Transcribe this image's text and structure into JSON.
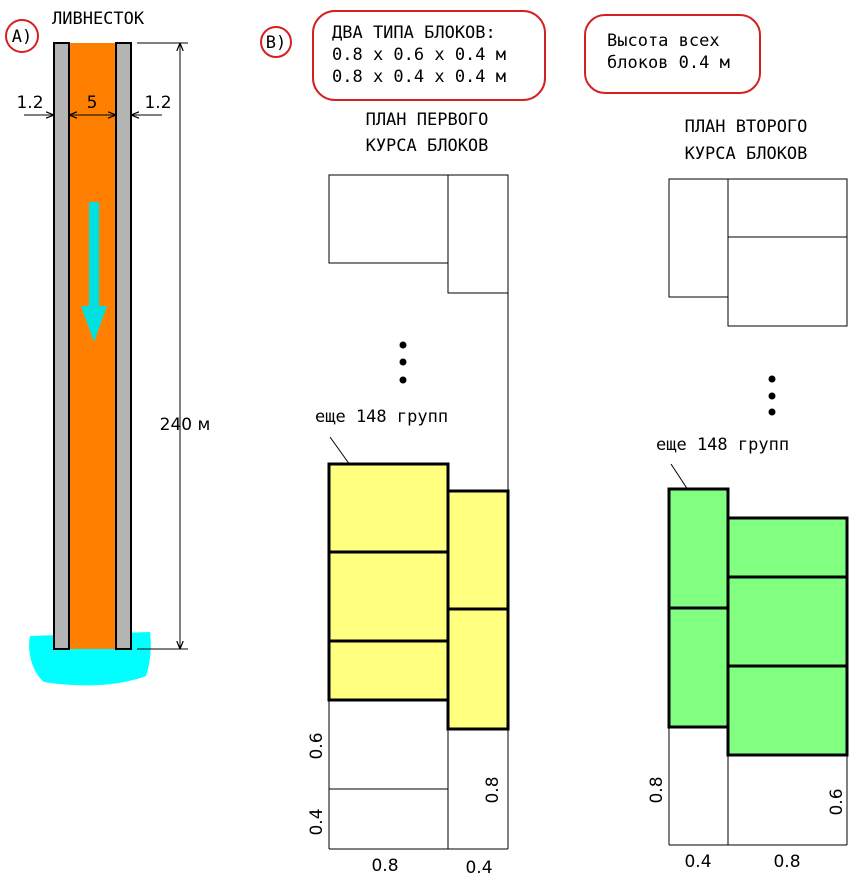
{
  "panel_a": {
    "tag": "A)",
    "title": "ЛИВНЕСТОК",
    "wall_left": "1.2",
    "channel_width": "5",
    "wall_right": "1.2",
    "height_label": "240 м"
  },
  "panel_b": {
    "tag": "B)",
    "types_box": {
      "line1": "ДВА  ТИПА  БЛОКОВ:",
      "line2": "0.8 x 0.6 x 0.4 м",
      "line3": "0.8 x 0.4 x 0.4 м"
    },
    "height_box": {
      "line1": "Высота всех",
      "line2": "блоков 0.4 м"
    },
    "plan1": {
      "title_line1": "ПЛАН  ПЕРВОГО",
      "title_line2": "КУРСА  БЛОКОВ",
      "note": "еще 148 групп",
      "dim_left_upper": "0.6",
      "dim_left_lower": "0.4",
      "dim_right": "0.8",
      "dim_bottom_left": "0.8",
      "dim_bottom_right": "0.4"
    },
    "plan2": {
      "title_line1": "ПЛАН  ВТОРОГО",
      "title_line2": "КУРСА  БЛОКОВ",
      "note": "еще 148 групп",
      "dim_left": "0.8",
      "dim_right": "0.6",
      "dim_bottom_left": "0.4",
      "dim_bottom_right": "0.8"
    }
  },
  "colors": {
    "flow": "#ff8000",
    "wall": "#b4b4b4",
    "water": "#00ffff",
    "red": "#d42020",
    "yellow_block": "#ffff80",
    "green_block": "#80ff80"
  }
}
